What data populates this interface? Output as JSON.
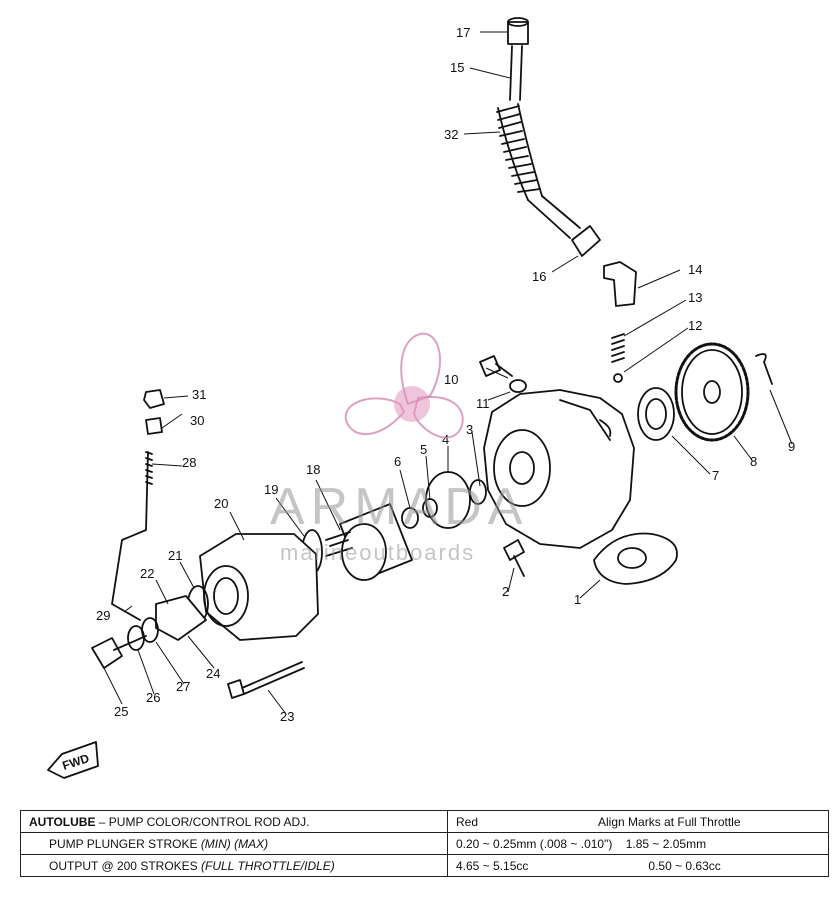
{
  "watermark": {
    "brand": "ARMADA",
    "tagline": "marineoutboards"
  },
  "fwd_label": "FWD",
  "part_labels": [
    {
      "id": "1",
      "text": "1"
    },
    {
      "id": "2",
      "text": "2"
    },
    {
      "id": "3",
      "text": "3"
    },
    {
      "id": "4",
      "text": "4"
    },
    {
      "id": "5",
      "text": "5"
    },
    {
      "id": "6",
      "text": "6"
    },
    {
      "id": "7",
      "text": "7"
    },
    {
      "id": "8",
      "text": "8"
    },
    {
      "id": "9",
      "text": "9"
    },
    {
      "id": "10",
      "text": "10"
    },
    {
      "id": "11",
      "text": "11"
    },
    {
      "id": "12",
      "text": "12"
    },
    {
      "id": "13",
      "text": "13"
    },
    {
      "id": "14",
      "text": "14"
    },
    {
      "id": "15",
      "text": "15"
    },
    {
      "id": "16",
      "text": "16"
    },
    {
      "id": "17",
      "text": "17"
    },
    {
      "id": "18",
      "text": "18"
    },
    {
      "id": "19",
      "text": "19"
    },
    {
      "id": "20",
      "text": "20"
    },
    {
      "id": "21",
      "text": "21"
    },
    {
      "id": "22",
      "text": "22"
    },
    {
      "id": "23",
      "text": "23"
    },
    {
      "id": "24",
      "text": "24"
    },
    {
      "id": "25",
      "text": "25"
    },
    {
      "id": "26",
      "text": "26"
    },
    {
      "id": "27",
      "text": "27"
    },
    {
      "id": "28",
      "text": "28"
    },
    {
      "id": "29",
      "text": "29"
    },
    {
      "id": "30",
      "text": "30"
    },
    {
      "id": "31",
      "text": "31"
    },
    {
      "id": "32",
      "text": "32"
    }
  ],
  "spec_table": {
    "row1": {
      "title_bold": "AUTOLUBE",
      "title_rest": " – PUMP COLOR/CONTROL ROD ADJ.",
      "color": "Red",
      "align": "Align Marks at Full Throttle"
    },
    "row2": {
      "label": "PUMP PLUNGER STROKE ",
      "label_italic": "(MIN) (MAX)",
      "min": "0.20 ~ 0.25mm (.008 ~ .010\")",
      "max": "1.85 ~ 2.05mm"
    },
    "row3": {
      "label": "OUTPUT @ 200 STROKES ",
      "label_italic": "(FULL THROTTLE/IDLE)",
      "full": "4.65 ~ 5.15cc",
      "idle": "0.50 ~ 0.63cc"
    }
  }
}
